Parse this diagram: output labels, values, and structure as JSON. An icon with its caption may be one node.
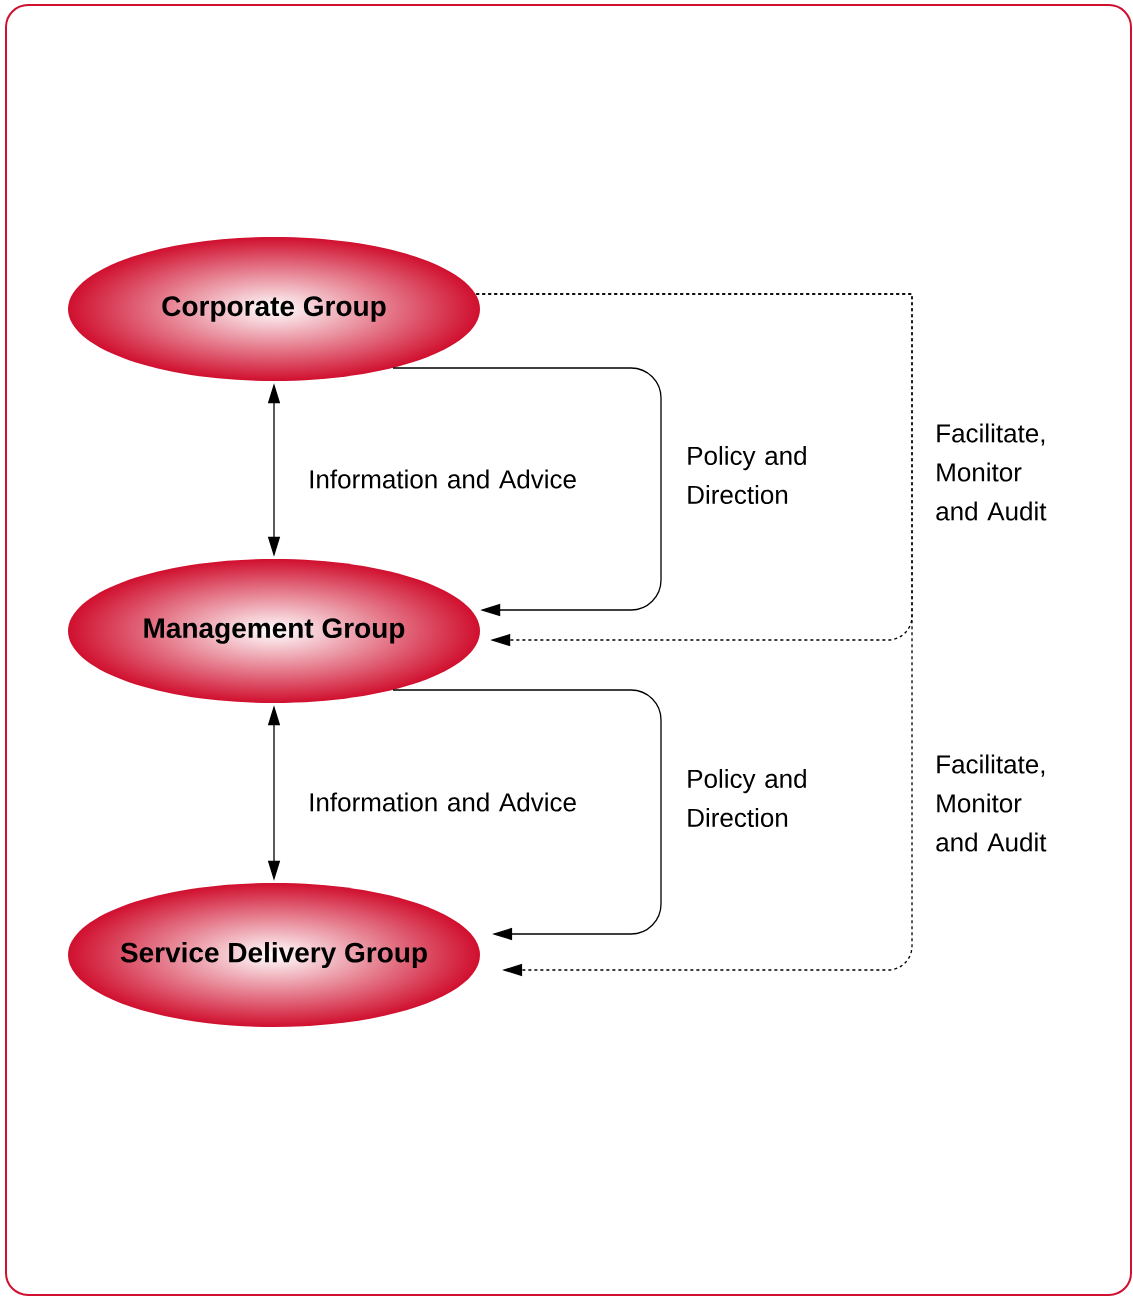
{
  "diagram": {
    "nodes": [
      {
        "text": [
          "Corporate Group"
        ]
      },
      {
        "text": [
          "Management Group"
        ]
      },
      {
        "text": [
          "Service Delivery Group"
        ]
      }
    ],
    "edges": [
      {
        "from": 0,
        "to": 1,
        "arrow": "both",
        "label": "Information and Advice"
      },
      {
        "from": 0,
        "to": 1,
        "arrow": "to",
        "label": "Policy and Direction"
      },
      {
        "from": 0,
        "to": 1,
        "arrow": "to",
        "style": "dashed",
        "label": "Facilitate, Monitor and Audit"
      },
      {
        "from": 1,
        "to": 2,
        "arrow": "both",
        "label": "Information and Advice"
      },
      {
        "from": 1,
        "to": 2,
        "arrow": "to",
        "label": "Policy and Direction"
      },
      {
        "from": 0,
        "to": 2,
        "arrow": "to",
        "style": "dashed",
        "label": "Facilitate, Monitor and Audit"
      }
    ]
  }
}
